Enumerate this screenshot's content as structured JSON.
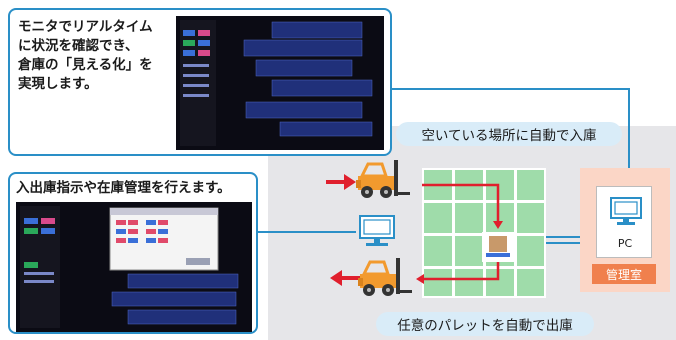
{
  "card_top": {
    "lines": [
      "モニタでリアルタイム",
      "に状況を確認でき、",
      "倉庫の「見える化」を",
      "実現します。"
    ]
  },
  "card_bottom": {
    "text": "入出庫指示や在庫管理を行えます。"
  },
  "callouts": {
    "inbound": "空いている場所に自動で入庫",
    "outbound": "任意のパレットを自動で出庫"
  },
  "control_room": {
    "pc_label": "PC",
    "room_label": "管理室"
  },
  "colors": {
    "accent_blue": "#2a8fc7",
    "red_arrow": "#e01f2d",
    "rack_green": "#9fdcaa",
    "room_orange": "#f0804d"
  },
  "icons": [
    "forklift-icon",
    "monitor-icon",
    "pallet-icon",
    "arrow-icon"
  ]
}
